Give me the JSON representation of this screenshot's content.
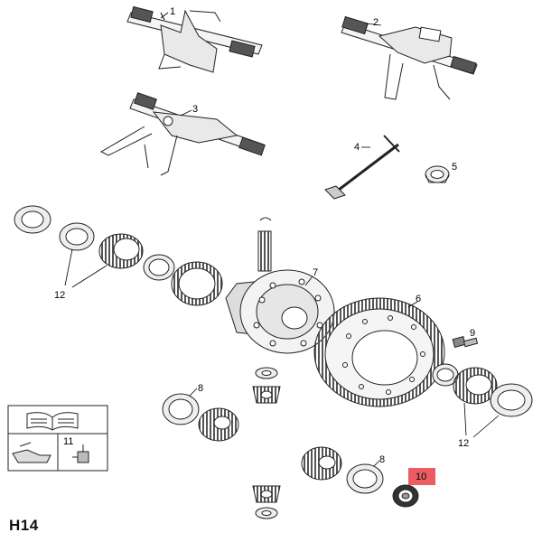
{
  "page_code": "H14",
  "callouts": {
    "c1": "1",
    "c2": "2",
    "c3": "3",
    "c4": "4",
    "c5": "5",
    "c6": "6",
    "c7": "7",
    "c8a": "8",
    "c8b": "8",
    "c9": "9",
    "c10": "10",
    "c11": "11",
    "c12a": "12",
    "c12b": "12"
  },
  "highlight": {
    "part": "10",
    "color": "#e8404a"
  }
}
